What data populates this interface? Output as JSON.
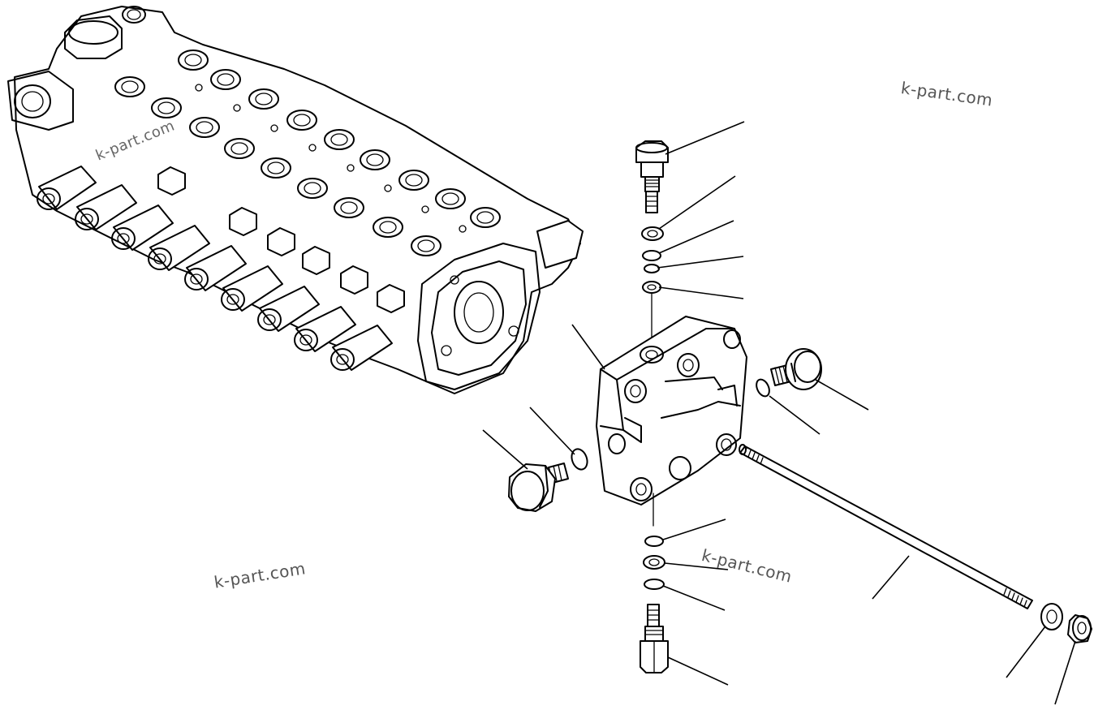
{
  "watermarks": {
    "top_right": "k-part.com",
    "valve_overlay": "k-part.com",
    "bottom_left": "k-part.com",
    "center": "k-part.com"
  },
  "parts": [
    {
      "id": "bolt-top",
      "icon": "bolt-icon"
    },
    {
      "id": "washer-top",
      "icon": "washer-icon"
    },
    {
      "id": "o-ring-top-1",
      "icon": "o-ring-icon"
    },
    {
      "id": "o-ring-top-2",
      "icon": "o-ring-icon"
    },
    {
      "id": "spacer-top",
      "icon": "spacer-icon"
    },
    {
      "id": "cover-block",
      "icon": "cover-icon"
    },
    {
      "id": "plug-right",
      "icon": "plug-icon"
    },
    {
      "id": "o-ring-right",
      "icon": "o-ring-icon"
    },
    {
      "id": "plug-left",
      "icon": "plug-icon"
    },
    {
      "id": "o-ring-left",
      "icon": "o-ring-icon"
    },
    {
      "id": "tie-rod",
      "icon": "rod-icon"
    },
    {
      "id": "o-ring-bottom-1",
      "icon": "o-ring-icon"
    },
    {
      "id": "washer-bottom",
      "icon": "washer-icon"
    },
    {
      "id": "o-ring-bottom-2",
      "icon": "o-ring-icon"
    },
    {
      "id": "bolt-bottom",
      "icon": "bolt-icon"
    },
    {
      "id": "washer-rod-end",
      "icon": "washer-icon"
    },
    {
      "id": "nut-rod-end",
      "icon": "nut-icon"
    }
  ]
}
